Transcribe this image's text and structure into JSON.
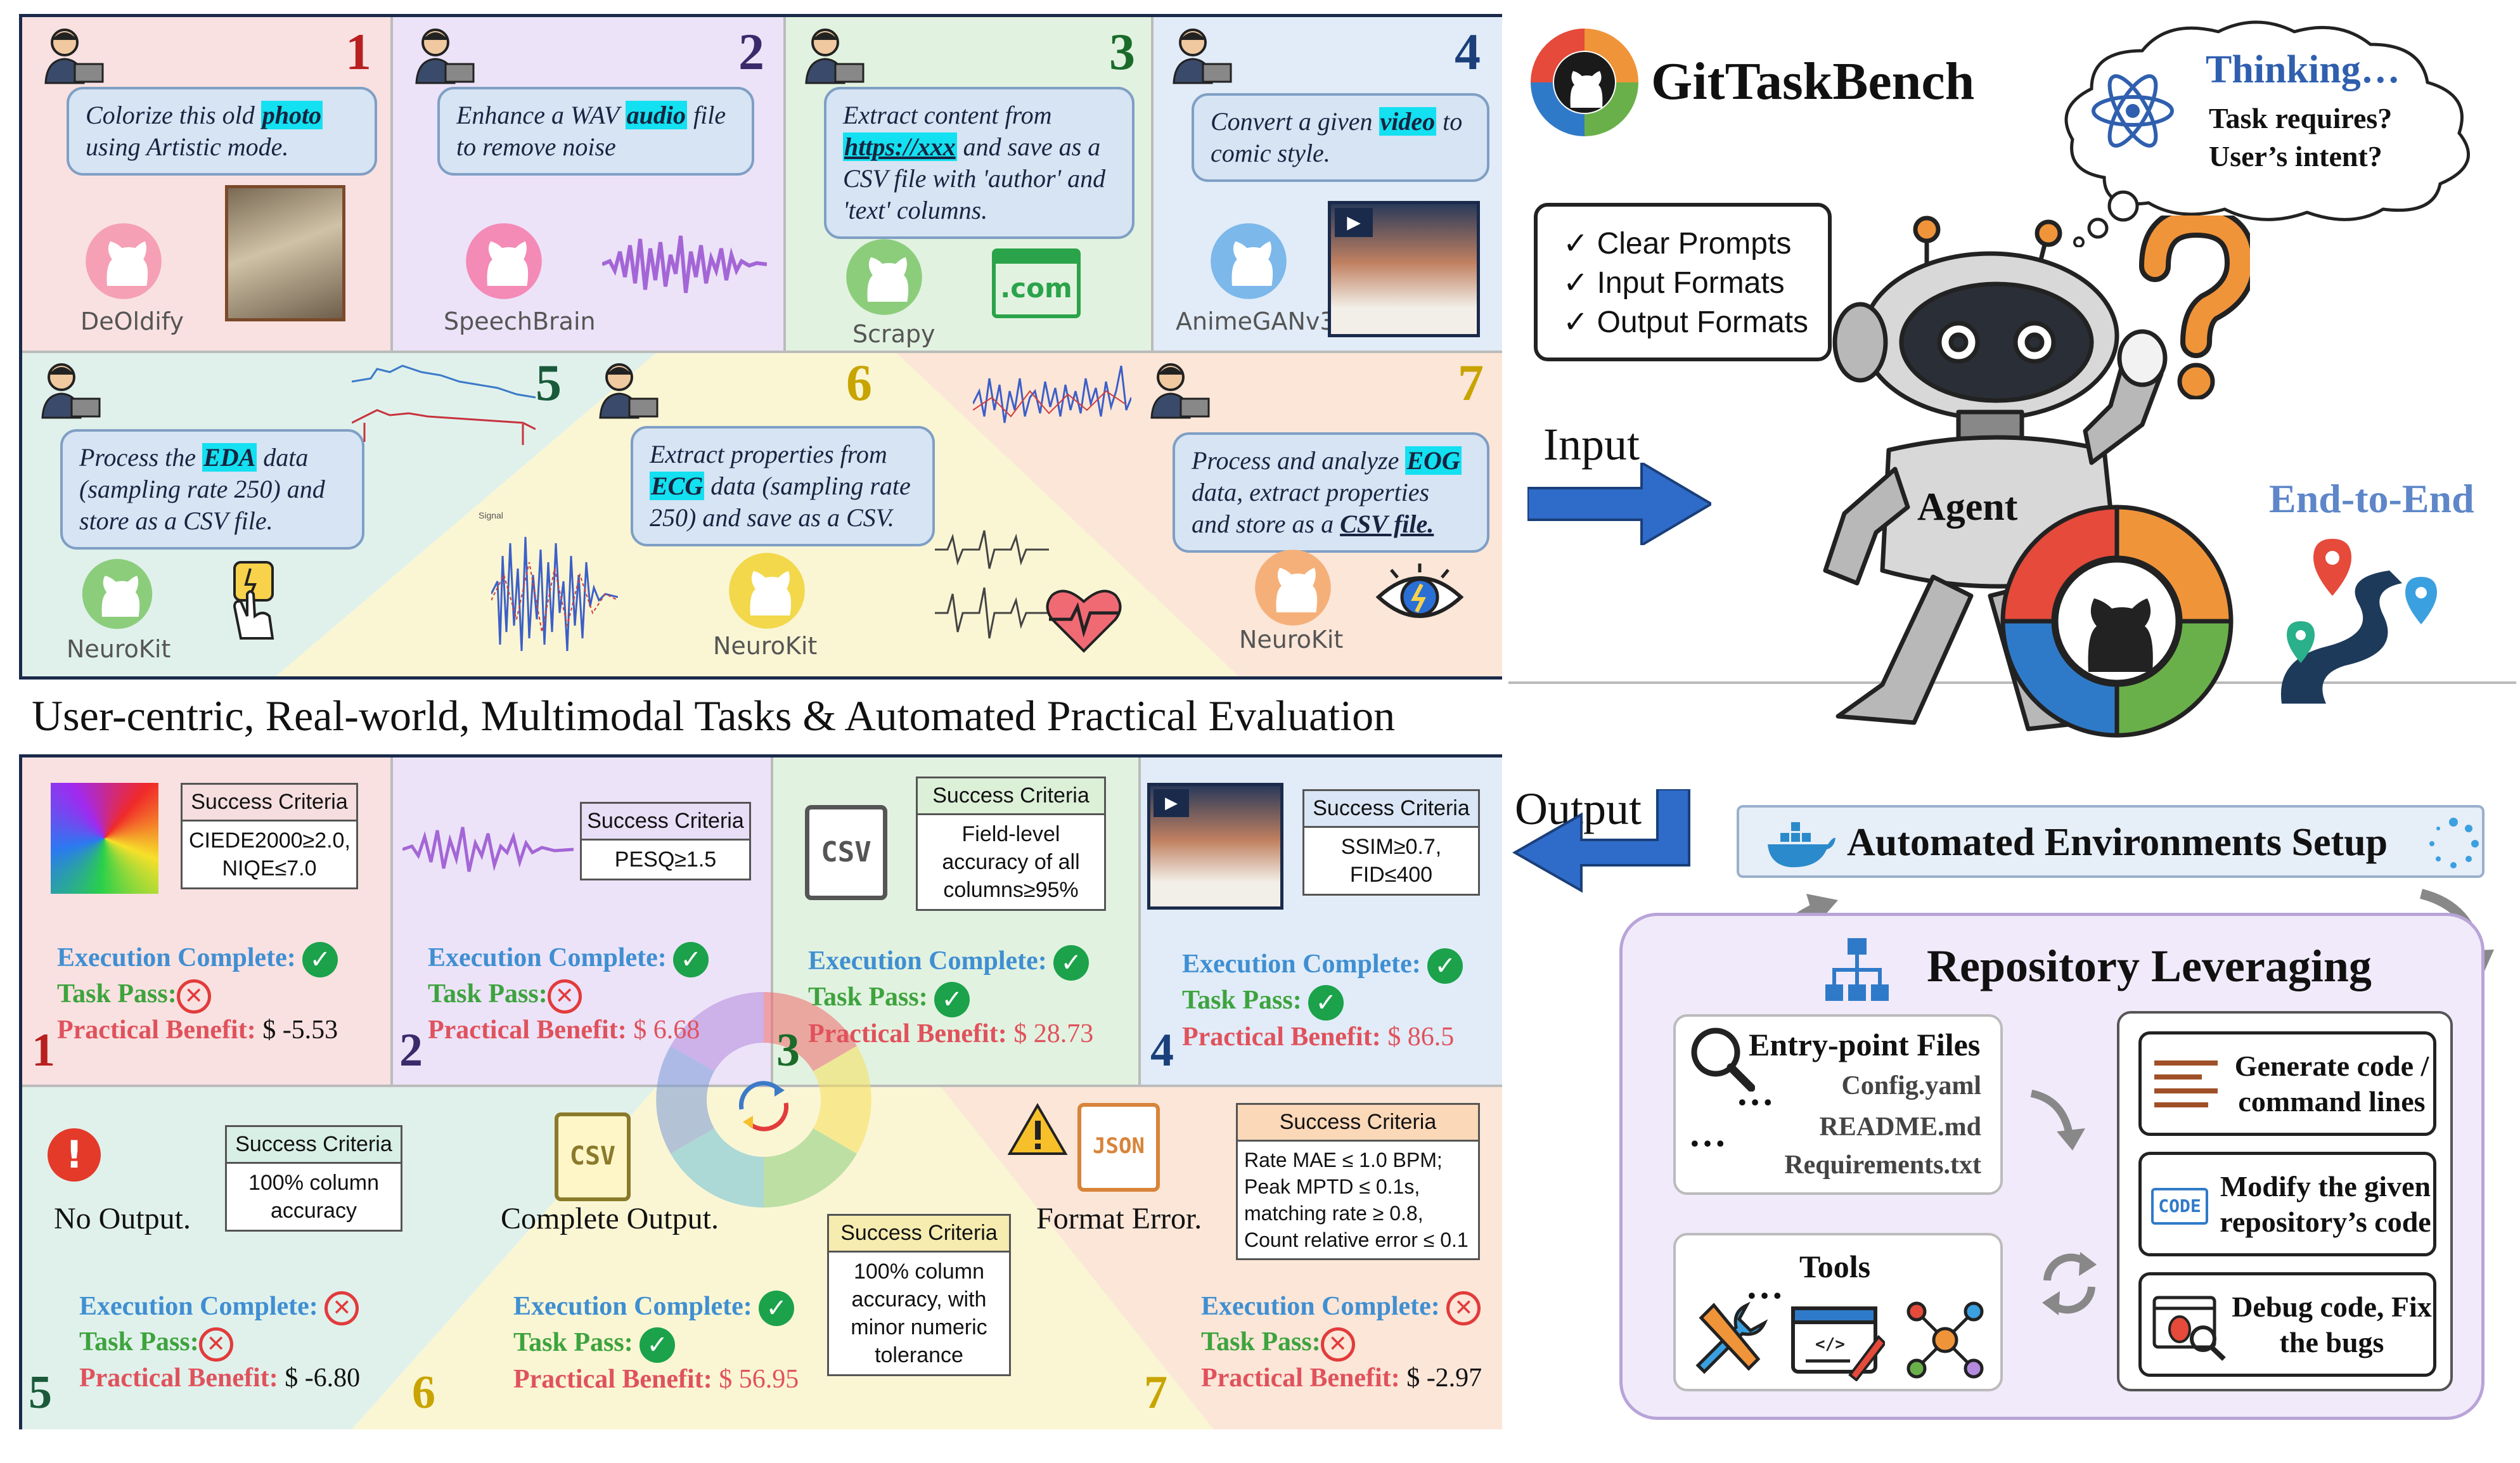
{
  "brand": {
    "name": "GitTaskBench"
  },
  "caption": "User-centric, Real-world, Multimodal Tasks & Automated Practical Evaluation",
  "tasks": [
    {
      "num": "1",
      "prompt_parts": [
        "Colorize this old ",
        "photo",
        " using Artistic mode."
      ],
      "repo": "DeOldify"
    },
    {
      "num": "2",
      "prompt_parts": [
        "Enhance a WAV ",
        "audio",
        " file to remove noise"
      ],
      "repo": "SpeechBrain"
    },
    {
      "num": "3",
      "prompt_parts": [
        "Extract content from ",
        "https://xxx",
        " and save as a CSV file with 'author' and 'text' columns."
      ],
      "repo": "Scrapy",
      "badge": ".com"
    },
    {
      "num": "4",
      "prompt_parts": [
        "Convert a given ",
        "video",
        " to comic style."
      ],
      "repo": "AnimeGANv3"
    },
    {
      "num": "5",
      "prompt_parts": [
        "Process the ",
        "EDA",
        " data (sampling rate 250) and store as a CSV file."
      ],
      "repo": "NeuroKit"
    },
    {
      "num": "6",
      "prompt_parts": [
        "Extract properties from ",
        "ECG",
        " data (sampling rate 250) and save as a CSV."
      ],
      "repo": "NeuroKit",
      "signal_label": "Signal"
    },
    {
      "num": "7",
      "prompt_parts": [
        "Process and analyze ",
        "EOG",
        " data, extract properties and store as a ",
        "CSV file."
      ],
      "repo": "NeuroKit"
    }
  ],
  "scroll": {
    "items": [
      "Clear Prompts",
      "Input Formats",
      "Output Formats"
    ]
  },
  "thinking": {
    "title": "Thinking…",
    "line1": "Task requires?",
    "line2": "User’s intent?"
  },
  "agent_label": "Agent",
  "input_label": "Input",
  "output_label": "Output",
  "end_to_end": "End-to-End",
  "env_setup": "Automated Environments Setup",
  "repo_leveraging": {
    "title": "Repository Leveraging",
    "entry_title": "Entry-point Files",
    "files": [
      "Config.yaml",
      "README.md",
      "Requirements.txt"
    ],
    "ellipsis": "…",
    "tools_title": "Tools",
    "actions": [
      "Generate code / command lines",
      "Modify the given repository’s code",
      "Debug code, Fix the bugs"
    ],
    "code_badge": "CODE"
  },
  "result_labels": {
    "exec": "Execution Complete:",
    "pass": "Task Pass:",
    "benefit": "Practical Benefit:",
    "crit_title": "Success Criteria"
  },
  "results": [
    {
      "num": "1",
      "criteria": "CIEDE2000≥2.0, NIQE≤7.0",
      "exec": true,
      "pass": false,
      "benefit": "$ -5.53"
    },
    {
      "num": "2",
      "criteria": "PESQ≥1.5",
      "exec": true,
      "pass": false,
      "benefit": "$ 6.68"
    },
    {
      "num": "3",
      "criteria": "Field-level accuracy of all columns≥95%",
      "exec": true,
      "pass": true,
      "benefit": "$ 28.73",
      "icon": "CSV"
    },
    {
      "num": "4",
      "criteria": "SSIM≥0.7, FID≤400",
      "exec": true,
      "pass": true,
      "benefit": "$ 86.5"
    },
    {
      "num": "5",
      "criteria": "100% column accuracy",
      "exec": false,
      "pass": false,
      "benefit": "$ -6.80",
      "status": "No Output."
    },
    {
      "num": "6",
      "criteria": "100% column accuracy, with minor numeric tolerance",
      "exec": true,
      "pass": true,
      "benefit": "$ 56.95",
      "status": "Complete Output.",
      "icon": "CSV"
    },
    {
      "num": "7",
      "criteria": "Rate MAE ≤ 1.0 BPM; Peak MPTD ≤ 0.1s, matching rate ≥ 0.8, Count relative error ≤ 0.1",
      "exec": false,
      "pass": false,
      "benefit": "$ -2.97",
      "status": "Format Error.",
      "icon": "JSON"
    }
  ],
  "colors": {
    "frame": "#1a2a4a",
    "pink": "#f9e1e1",
    "purple": "#ece3f8",
    "green": "#e2f2e0",
    "blue": "#e1ecf8",
    "teal": "#e0f1ec",
    "yellow": "#faf6d4",
    "peach": "#fbe6d8",
    "num1": "#b81f1f",
    "num2": "#3b2a6b",
    "num3": "#1a6b2a",
    "num4": "#1a3f7a",
    "num5": "#1a5a3a",
    "num6": "#c8a400",
    "num7": "#c8a400",
    "arrow": "#2f5fae",
    "bluebox": "#1e5bb5"
  },
  "icons": [
    "user-icon",
    "github-icon",
    "check-icon",
    "cross-icon",
    "heart-icon",
    "eye-icon",
    "docker-icon",
    "wrench-icon",
    "bug-icon",
    "map-pin-icon",
    "question-icon",
    "atom-icon"
  ]
}
